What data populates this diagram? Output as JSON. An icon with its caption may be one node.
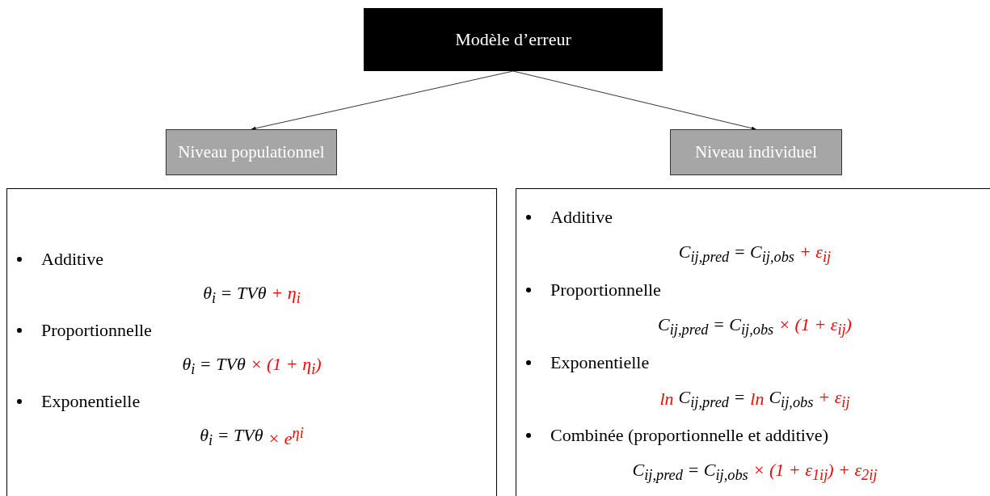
{
  "diagram": {
    "nodes": [
      {
        "text": [
          "Modèle d’erreur"
        ]
      },
      {
        "text": [
          "Niveau populationnel"
        ]
      },
      {
        "text": [
          "Niveau individuel"
        ]
      },
      {
        "text": [
          "Additive",
          "θ$_{i}$ = TVθ",
          "+ η$_{i}$",
          "Proportionnelle",
          "θ$_{i}$ = TVθ",
          "× (1 + η$_{i}$)",
          "Exponentielle",
          "θ$_{i}$ = TVθ",
          "× e$^{ηi}$"
        ]
      },
      {
        "text": [
          "Additive",
          "C$_{ij,pred}$ = C$_{ij,obs}$",
          "+ ε$_{ij}$",
          "Proportionnelle",
          "C$_{ij,pred}$ = C$_{ij,obs}$",
          "× (1 + ε$_{ij}$)",
          "Exponentielle",
          "ln",
          "C$_{ij,pred}$ =",
          "ln",
          "C$_{ij,obs}$",
          "+ ε$_{ij}$",
          "Combinée (proportionnelle et additive)",
          "C$_{ij,pred}$ = C$_{ij,obs}$",
          "× (1 + ε$_{1ij}$) + ε$_{2ij}$"
        ]
      }
    ],
    "edges": [
      {
        "from": 0,
        "to": 1,
        "arrow": "to"
      },
      {
        "from": 0,
        "to": 2,
        "arrow": "to"
      }
    ]
  }
}
